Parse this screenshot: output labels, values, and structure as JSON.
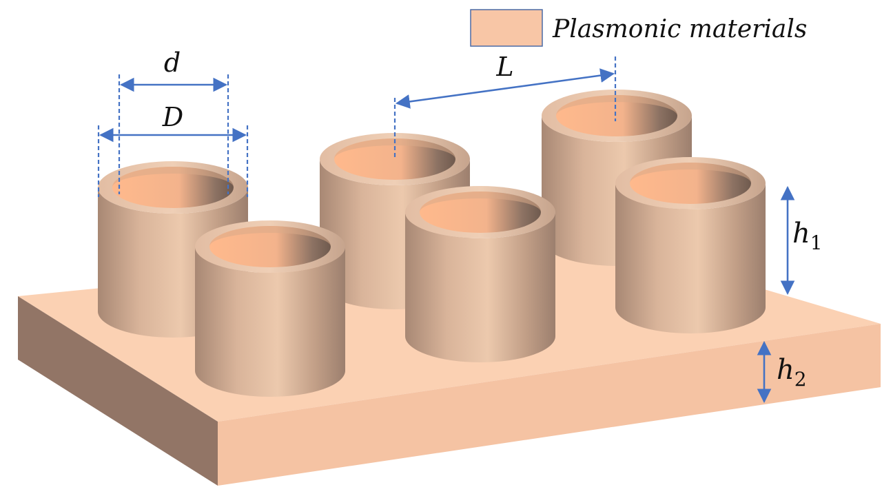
{
  "legend": {
    "label": "Plasmonic materials",
    "swatch_color": "#f8c6a6",
    "swatch_border": "#4a6aa6"
  },
  "labels": {
    "inner_diameter": "d",
    "outer_diameter": "D",
    "period": "L",
    "cylinder_height_main": "h",
    "cylinder_height_sub": "1",
    "substrate_height_main": "h",
    "substrate_height_sub": "2"
  },
  "colors": {
    "substrate_top": "#fbd1b3",
    "substrate_front": "#f5c3a3",
    "substrate_side": "#927566",
    "dimension_line": "#4472c4",
    "inner_glow": "#ffbb8a"
  }
}
